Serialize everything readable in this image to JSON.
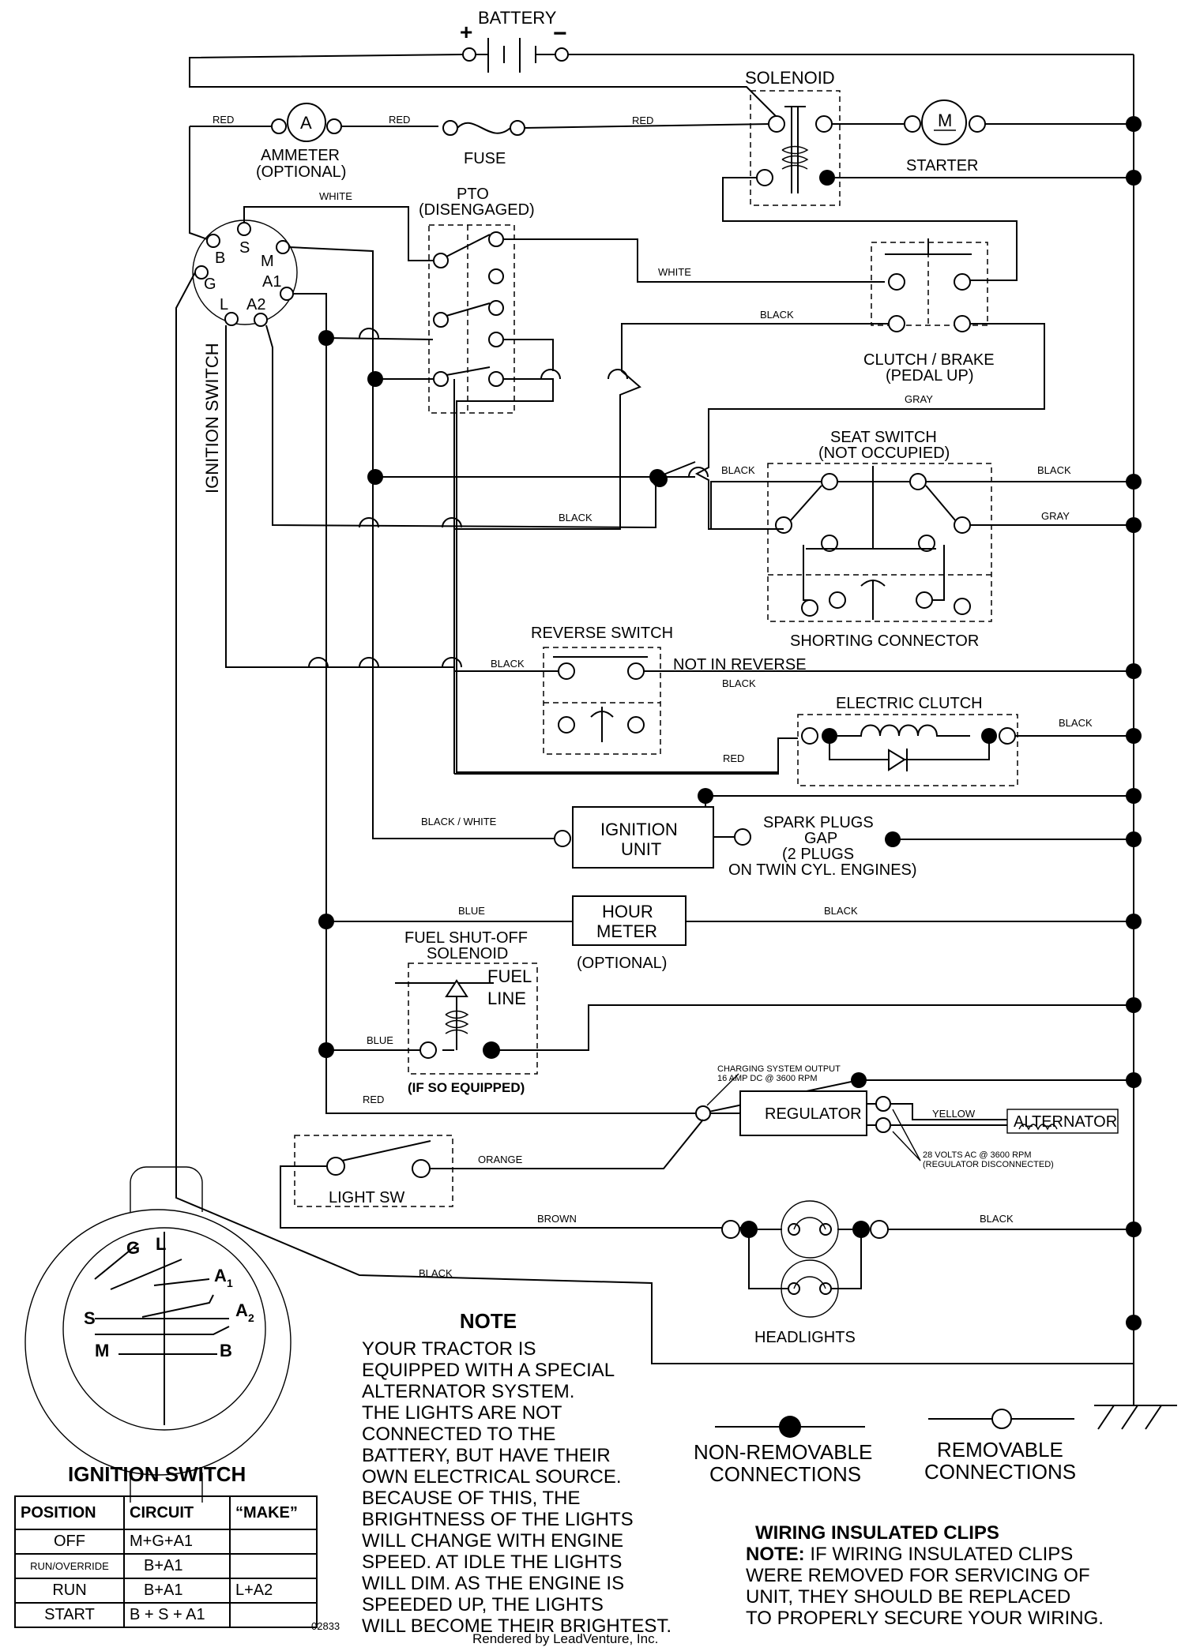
{
  "labels": {
    "battery": "BATTERY",
    "solenoid": "SOLENOID",
    "ammeter": "AMMETER",
    "ammeter_opt": "(OPTIONAL)",
    "ammeter_symbol": "A",
    "fuse": "FUSE",
    "starter": "STARTER",
    "starter_symbol": "M",
    "pto": "PTO",
    "pto_state": "(DISENGAGED)",
    "clutch_brake": "CLUTCH / BRAKE",
    "clutch_brake_state": "(PEDAL UP)",
    "seat_switch": "SEAT SWITCH",
    "seat_switch_state": "(NOT OCCUPIED)",
    "shorting_connector": "SHORTING CONNECTOR",
    "reverse_switch": "REVERSE SWITCH",
    "not_in_reverse": "NOT IN REVERSE",
    "electric_clutch": "ELECTRIC CLUTCH",
    "ignition_unit_1": "IGNITION",
    "ignition_unit_2": "UNIT",
    "spark_1": "SPARK PLUGS",
    "spark_2": "GAP",
    "spark_3": "(2 PLUGS",
    "spark_4": "ON TWIN CYL. ENGINES)",
    "hour_meter_1": "HOUR",
    "hour_meter_2": "METER",
    "hour_meter_opt": "(OPTIONAL)",
    "fuel_1": "FUEL SHUT-OFF",
    "fuel_2": "SOLENOID",
    "fuel_line_1": "FUEL",
    "fuel_line_2": "LINE",
    "fuel_equipped": "(IF SO EQUIPPED)",
    "charging_1": "CHARGING SYSTEM OUTPUT",
    "charging_2": "16 AMP DC @ 3600 RPM",
    "regulator": "REGULATOR",
    "alternator": "ALTERNATOR",
    "volts_1": "28 VOLTS AC @ 3600 RPM",
    "volts_2": "(REGULATOR DISCONNECTED)",
    "light_sw": "LIGHT SW",
    "headlights": "HEADLIGHTS",
    "ignition_switch_vertical": "IGNITION SWITCH",
    "ignition_switch_title": "IGNITION SWITCH",
    "non_removable_1": "NON-REMOVABLE",
    "non_removable_2": "CONNECTIONS",
    "removable_1": "REMOVABLE",
    "removable_2": "CONNECTIONS",
    "code": "02833",
    "rendered": "Rendered by LeadVenture, Inc."
  },
  "terminals": {
    "b": "B",
    "s": "S",
    "m": "M",
    "a1": "A1",
    "g": "G",
    "l": "L",
    "a2": "A2"
  },
  "face": {
    "g": "G",
    "l": "L",
    "a1": "A",
    "a1_sub": "1",
    "s": "S",
    "a2": "A",
    "a2_sub": "2",
    "m": "M",
    "b": "B"
  },
  "wires": {
    "red_1": "RED",
    "red_2": "RED",
    "red_3": "RED",
    "white_1": "WHITE",
    "white_2": "WHITE",
    "black_clutch": "BLACK",
    "gray_1": "GRAY",
    "black_seat_left": "BLACK",
    "black_seat_right": "BLACK",
    "gray_2": "GRAY",
    "black_mid": "BLACK",
    "black_rev_left": "BLACK",
    "black_rev_right": "BLACK",
    "black_eclutch": "BLACK",
    "red_eclutch": "RED",
    "black_white": "BLACK / WHITE",
    "blue_1": "BLUE",
    "black_hour": "BLACK",
    "blue_2": "BLUE",
    "red_reg": "RED",
    "yellow": "YELLOW",
    "orange": "ORANGE",
    "brown": "BROWN",
    "black_head": "BLACK",
    "black_bottom": "BLACK"
  },
  "note": {
    "title": "NOTE",
    "lines": [
      "YOUR TRACTOR IS",
      "EQUIPPED WITH A SPECIAL",
      "ALTERNATOR SYSTEM.",
      "THE LIGHTS ARE NOT",
      "CONNECTED TO THE",
      "BATTERY, BUT HAVE THEIR",
      "OWN ELECTRICAL SOURCE.",
      "BECAUSE OF THIS, THE",
      "BRIGHTNESS OF THE LIGHTS",
      "WILL CHANGE WITH ENGINE",
      "SPEED.  AT IDLE THE LIGHTS",
      "WILL DIM.  AS THE ENGINE IS",
      "SPEEDED UP, THE LIGHTS",
      "WILL BECOME THEIR BRIGHTEST."
    ]
  },
  "clips": {
    "title": "WIRING INSULATED CLIPS",
    "note_label": "NOTE:",
    "line1": " IF WIRING INSULATED CLIPS",
    "line2": "WERE REMOVED FOR SERVICING OF",
    "line3": " UNIT, THEY SHOULD BE REPLACED",
    "line4": "TO PROPERLY SECURE YOUR WIRING."
  },
  "table": {
    "headers": [
      "POSITION",
      "CIRCUIT",
      "“MAKE”"
    ],
    "rows": [
      {
        "position": "OFF",
        "circuit": "M+G+A1",
        "extra": ""
      },
      {
        "position": "RUN/OVERRIDE",
        "circuit": "B+A1",
        "extra": ""
      },
      {
        "position": "RUN",
        "circuit": "B+A1",
        "extra": "L+A2"
      },
      {
        "position": "START",
        "circuit": "B + S + A1",
        "extra": ""
      }
    ]
  }
}
